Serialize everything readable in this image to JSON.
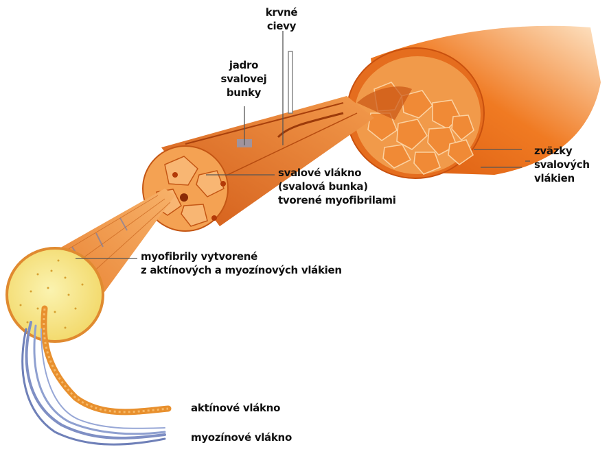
{
  "labels": {
    "blood_vessels": [
      "krvné",
      "cievy"
    ],
    "cell_nucleus": [
      "jadro",
      "svalovej",
      "bunky"
    ],
    "fiber_bundles": [
      "zväzky",
      "svalových",
      "vlákien"
    ],
    "muscle_fiber": [
      "svalové vlákno",
      "(svalová bunka)",
      "tvorené myofibrilami"
    ],
    "myofibrils": [
      "myofibrily vytvorené",
      "z aktínových a myozínových vlákien"
    ],
    "actin": "aktínové vlákno",
    "myosin": "myozínové vlákno"
  },
  "colors": {
    "muscle_orange": "#e8731c",
    "muscle_light": "#f5a055",
    "fiber_yellow": "#f7e68a",
    "actin_orange": "#e8902e",
    "myosin_blue": "#7f8fc4",
    "leader_line": "#555555"
  }
}
